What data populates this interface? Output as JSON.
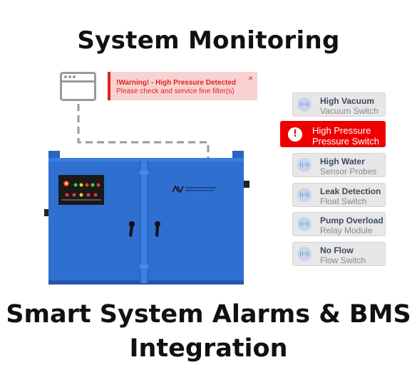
{
  "page": {
    "title": "System Monitoring",
    "footer_line1": "Smart System Alarms & BMS",
    "footer_line2": "Integration"
  },
  "warning": {
    "title": "!Warning! - High Pressure Detected",
    "body": "Please check and service fine filter(s)",
    "close": "×"
  },
  "alarms": [
    {
      "title": "High Vacuum",
      "subtitle": "Vacuum Switch",
      "state": "normal",
      "icon": "signal-icon"
    },
    {
      "title": "High Pressure",
      "subtitle": "Pressure Switch",
      "state": "alarm",
      "icon": "exclamation-icon"
    },
    {
      "title": "High Water",
      "subtitle": "Sensor Probes",
      "state": "normal",
      "icon": "signal-icon"
    },
    {
      "title": "Leak Detection",
      "subtitle": "Float Switch",
      "state": "normal",
      "icon": "signal-icon"
    },
    {
      "title": "Pump Overload",
      "subtitle": "Relay Module",
      "state": "normal",
      "icon": "signal-icon"
    },
    {
      "title": "No Flow",
      "subtitle": "Flow Switch",
      "state": "normal",
      "icon": "signal-icon"
    }
  ],
  "colors": {
    "alarm_red": "#ee0000",
    "cabinet_blue": "#2f6fd0",
    "tile_gray": "#e7e7e7",
    "warning_bg": "#f8d2d1"
  }
}
